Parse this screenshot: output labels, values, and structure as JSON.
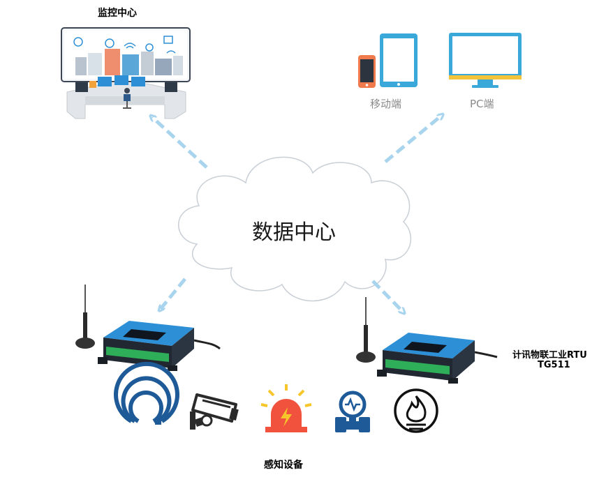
{
  "labels": {
    "monitor_center": "监控中心",
    "mobile": "移动端",
    "pc": "PC端",
    "data_center": "数据中心",
    "rtu_line1": "计讯物联工业RTU",
    "rtu_line2": "TG511",
    "sensors": "感知设备"
  },
  "colors": {
    "arrow": "#a8d4ee",
    "cloud_stroke": "#c9cfd6",
    "device_blue": "#2d8fd6",
    "device_dark": "#222831",
    "terminal_green": "#2fae5a",
    "sensor_blue": "#1e5a97",
    "alarm_red": "#f0523d",
    "alarm_yellow": "#f6c62a",
    "phone_orange": "#f07a4c",
    "tablet_blue": "#3aa9d9",
    "pc_yellow": "#f3c43a"
  },
  "icons": [
    "control-room-icon",
    "phone-icon",
    "tablet-icon",
    "monitor-icon",
    "cloud-icon",
    "rtu-device-icon",
    "antenna-icon",
    "wifi-sensor-icon",
    "camera-icon",
    "alarm-icon",
    "gauge-icon",
    "fire-sensor-icon"
  ]
}
